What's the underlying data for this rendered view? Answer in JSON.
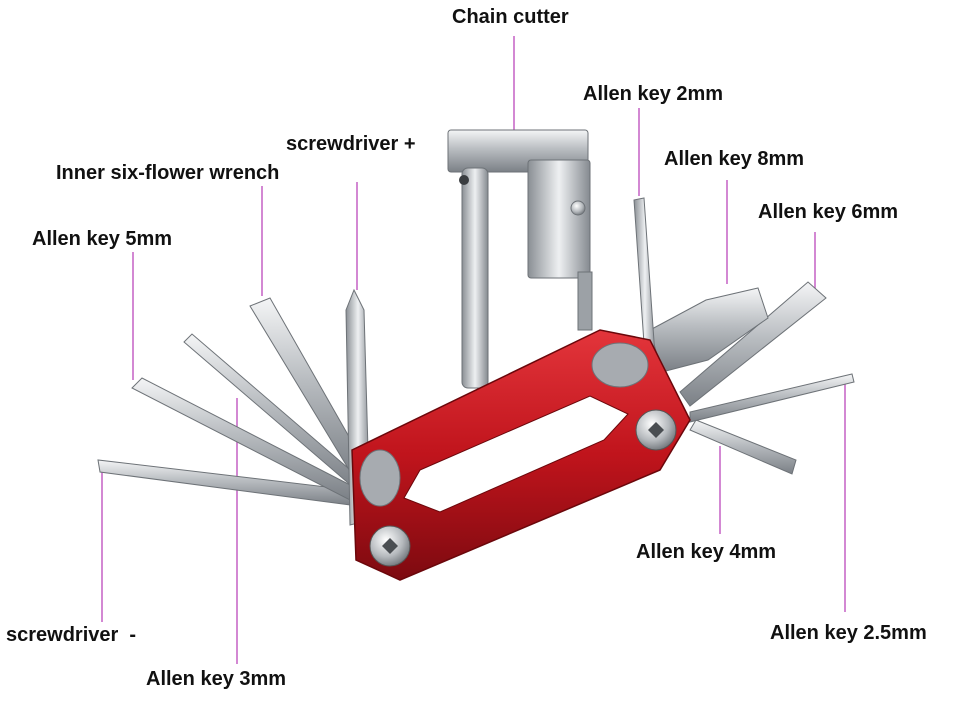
{
  "labels": {
    "chain_cutter": "Chain cutter",
    "allen_2mm": "Allen key 2mm",
    "allen_8mm": "Allen key 8mm",
    "allen_6mm": "Allen key 6mm",
    "screwdriver_plus": "screwdriver +",
    "six_flower": "Inner six-flower wrench",
    "allen_5mm": "Allen key 5mm",
    "screwdriver_minus": "screwdriver  -",
    "allen_3mm": "Allen key 3mm",
    "allen_4mm": "Allen key 4mm",
    "allen_25mm": "Allen key 2.5mm"
  },
  "colors": {
    "leader_line": "#c86bc8",
    "body_red": "#c0141c",
    "steel": "#b8bcc0",
    "label_text": "#111111"
  }
}
